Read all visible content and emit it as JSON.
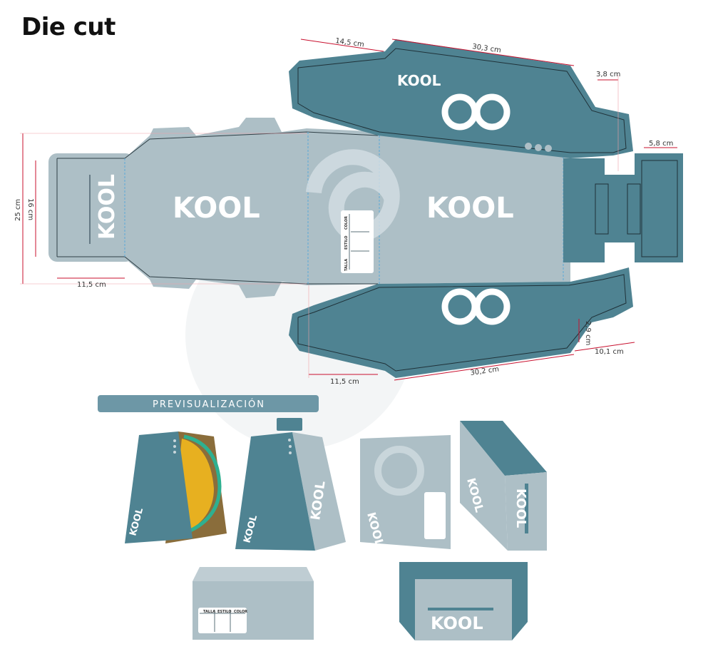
{
  "title": "Die cut",
  "brand": "KOOL",
  "preview_label": "PREVISUALIZACIÓN",
  "dimensions": {
    "top_left_flap": "14,5 cm",
    "top_flap": "30,3 cm",
    "top_right_tab": "3,8 cm",
    "right_panel": "5,8 cm",
    "total_height": "25 cm",
    "inner_height": "16 cm",
    "left_flap_width": "11,5 cm",
    "bottom_middle": "11,5 cm",
    "bottom_flap": "30,2 cm",
    "bottom_right_tab_height": "2,9 cm",
    "bottom_right_tab": "10,1 cm"
  },
  "label_box": {
    "fields": [
      "TALLA",
      "ESTILO",
      "COLOR"
    ]
  },
  "colors": {
    "teal": "#4f8392",
    "light": "#adbfc6",
    "pale": "#d3dfe3",
    "dimension": "#c8102e"
  }
}
